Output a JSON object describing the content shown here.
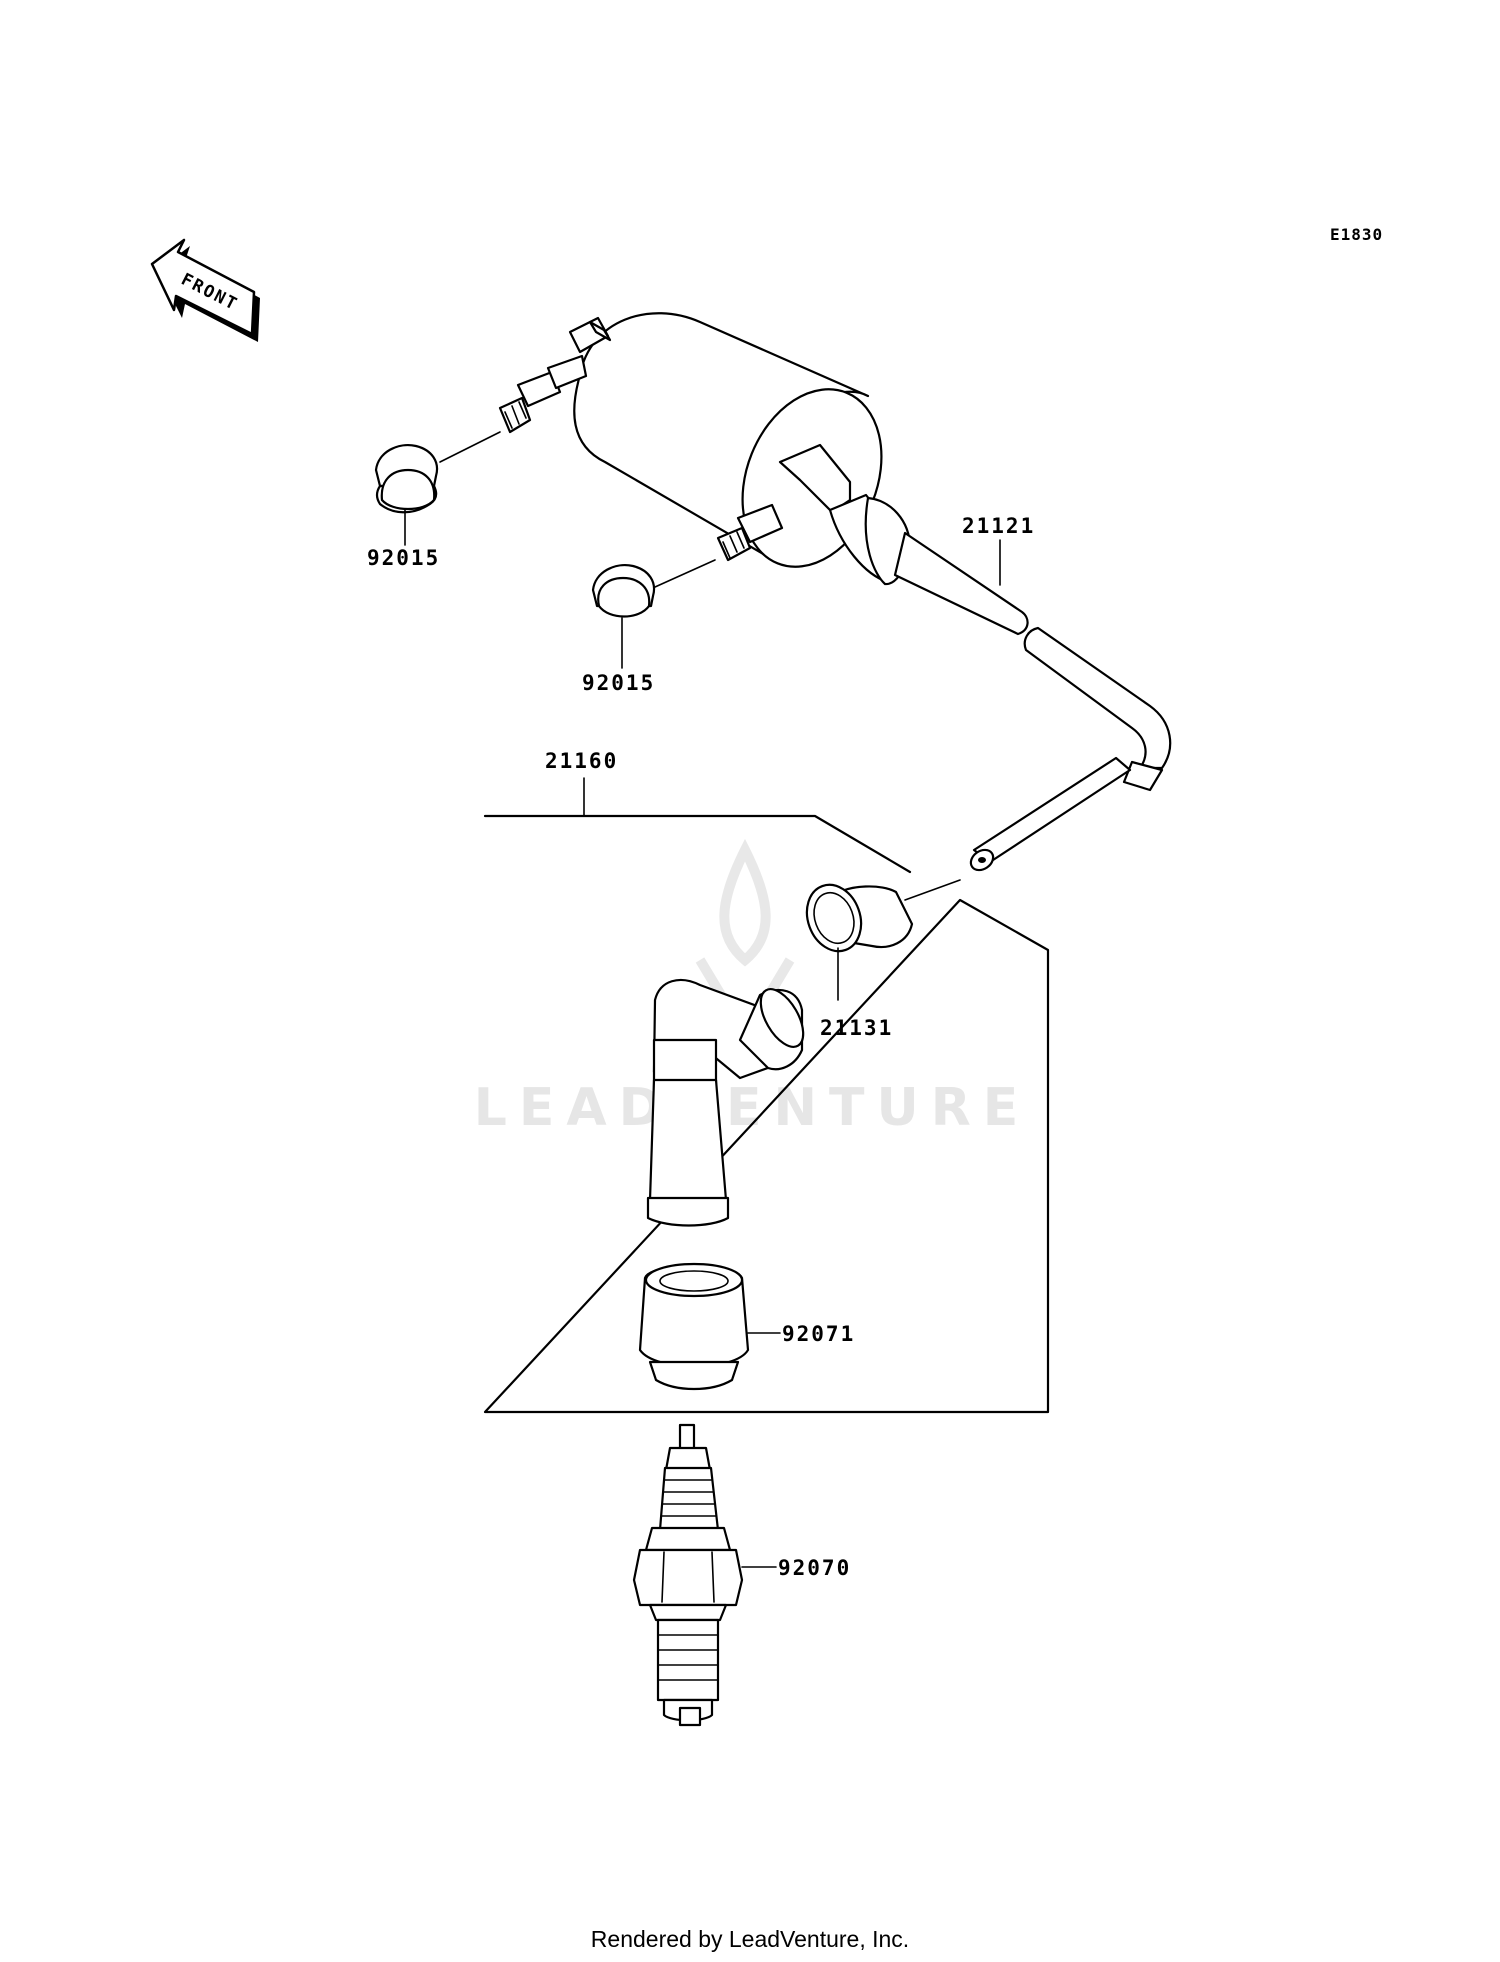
{
  "diagram_code": "E1830",
  "front_indicator": "FRONT",
  "watermark": "LEADVENTURE",
  "footer": "Rendered by LeadVenture, Inc.",
  "callouts": {
    "cap_left": "92015",
    "cap_right": "92015",
    "high_tension_cord": "21121",
    "plug_cap_assembly": "21160",
    "seal": "21131",
    "boot": "92071",
    "spark_plug": "92070"
  }
}
